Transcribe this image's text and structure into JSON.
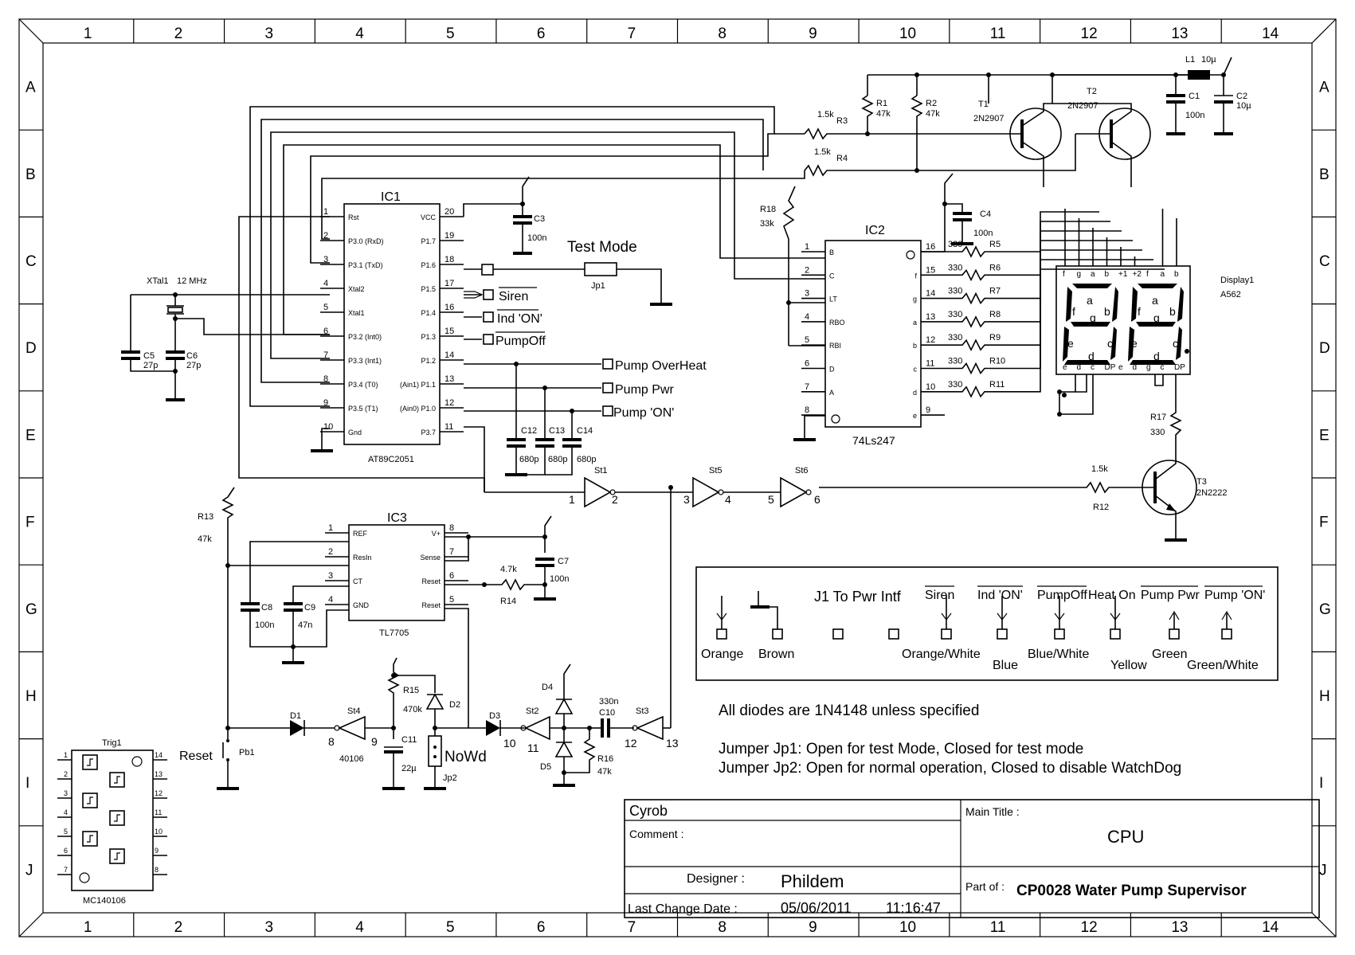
{
  "border": {
    "columns": [
      "1",
      "2",
      "3",
      "4",
      "5",
      "6",
      "7",
      "8",
      "9",
      "10",
      "11",
      "12",
      "13",
      "14"
    ],
    "rows": [
      "A",
      "B",
      "C",
      "D",
      "E",
      "F",
      "G",
      "H",
      "I",
      "J"
    ]
  },
  "ic1": {
    "ref": "IC1",
    "part": "AT89C2051",
    "left_pins": [
      {
        "num": "1",
        "name": "Rst"
      },
      {
        "num": "2",
        "name": "P3.0 (RxD)"
      },
      {
        "num": "3",
        "name": "P3.1 (TxD)"
      },
      {
        "num": "4",
        "name": "Xtal2"
      },
      {
        "num": "5",
        "name": "Xtal1"
      },
      {
        "num": "6",
        "name": "P3.2 (Int0)"
      },
      {
        "num": "7",
        "name": "P3.3 (Int1)"
      },
      {
        "num": "8",
        "name": "P3.4 (T0)"
      },
      {
        "num": "9",
        "name": "P3.5 (T1)"
      },
      {
        "num": "10",
        "name": "Gnd"
      }
    ],
    "right_pins": [
      {
        "num": "20",
        "name": "VCC"
      },
      {
        "num": "19",
        "name": "P1.7"
      },
      {
        "num": "18",
        "name": "P1.6"
      },
      {
        "num": "17",
        "name": "P1.5"
      },
      {
        "num": "16",
        "name": "P1.4"
      },
      {
        "num": "15",
        "name": "P1.3"
      },
      {
        "num": "14",
        "name": "P1.2"
      },
      {
        "num": "13",
        "name": "(Ain1) P1.1"
      },
      {
        "num": "12",
        "name": "(Ain0) P1.0"
      },
      {
        "num": "11",
        "name": "P3.7"
      }
    ]
  },
  "ic2": {
    "ref": "IC2",
    "part": "74Ls247",
    "left_pins": [
      {
        "num": "1",
        "name": "B"
      },
      {
        "num": "2",
        "name": "C"
      },
      {
        "num": "3",
        "name": "LT"
      },
      {
        "num": "4",
        "name": "RBO"
      },
      {
        "num": "5",
        "name": "RBI"
      },
      {
        "num": "6",
        "name": "D"
      },
      {
        "num": "7",
        "name": "A"
      },
      {
        "num": "8",
        "name": ""
      }
    ],
    "right_pins": [
      {
        "num": "16",
        "name": ""
      },
      {
        "num": "15",
        "name": "f"
      },
      {
        "num": "14",
        "name": "g"
      },
      {
        "num": "13",
        "name": "a"
      },
      {
        "num": "12",
        "name": "b"
      },
      {
        "num": "11",
        "name": "c"
      },
      {
        "num": "10",
        "name": "d"
      },
      {
        "num": "9",
        "name": "e"
      }
    ]
  },
  "ic3": {
    "ref": "IC3",
    "part": "TL7705",
    "left_pins": [
      {
        "num": "1",
        "name": "REF"
      },
      {
        "num": "2",
        "name": "ResIn"
      },
      {
        "num": "3",
        "name": "CT"
      },
      {
        "num": "4",
        "name": "GND"
      }
    ],
    "right_pins": [
      {
        "num": "8",
        "name": "V+"
      },
      {
        "num": "7",
        "name": "Sense"
      },
      {
        "num": "6",
        "name": "Reset"
      },
      {
        "num": "5",
        "name": "Reset"
      }
    ]
  },
  "components": {
    "r1": {
      "ref": "R1",
      "value": "47k"
    },
    "r2": {
      "ref": "R2",
      "value": "47k"
    },
    "r3": {
      "ref": "R3",
      "value": "1.5k"
    },
    "r4": {
      "ref": "R4",
      "value": "1.5k"
    },
    "r5": {
      "ref": "R5",
      "value": "330"
    },
    "r6": {
      "ref": "R6",
      "value": "330"
    },
    "r7": {
      "ref": "R7",
      "value": "330"
    },
    "r8": {
      "ref": "R8",
      "value": "330"
    },
    "r9": {
      "ref": "R9",
      "value": "330"
    },
    "r10": {
      "ref": "R10",
      "value": "330"
    },
    "r11": {
      "ref": "R11",
      "value": "330"
    },
    "r12": {
      "ref": "R12",
      "value": "1.5k"
    },
    "r13": {
      "ref": "R13",
      "value": "47k"
    },
    "r14": {
      "ref": "R14",
      "value": "4.7k"
    },
    "r15": {
      "ref": "R15",
      "value": "470k"
    },
    "r16": {
      "ref": "R16",
      "value": "47k"
    },
    "r17": {
      "ref": "R17",
      "value": "330"
    },
    "r18": {
      "ref": "R18",
      "value": "33k"
    },
    "c1": {
      "ref": "C1",
      "value": "100n"
    },
    "c2": {
      "ref": "C2",
      "value": "10µ"
    },
    "c3": {
      "ref": "C3",
      "value": "100n"
    },
    "c4": {
      "ref": "C4",
      "value": "100n"
    },
    "c5": {
      "ref": "C5",
      "value": "27p"
    },
    "c6": {
      "ref": "C6",
      "value": "27p"
    },
    "c7": {
      "ref": "C7",
      "value": "100n"
    },
    "c8": {
      "ref": "C8",
      "value": "100n"
    },
    "c9": {
      "ref": "C9",
      "value": "47n"
    },
    "c10": {
      "ref": "C10",
      "value": "330n"
    },
    "c11": {
      "ref": "C11",
      "value": "22µ"
    },
    "c12": {
      "ref": "C12",
      "value": "680p"
    },
    "c13": {
      "ref": "C13",
      "value": "680p"
    },
    "c14": {
      "ref": "C14",
      "value": "680p"
    },
    "l1": {
      "ref": "L1",
      "value": "10µ"
    },
    "t1": {
      "ref": "T1",
      "value": "2N2907"
    },
    "t2": {
      "ref": "T2",
      "value": "2N2907"
    },
    "t3": {
      "ref": "T3",
      "value": "2N2222"
    },
    "xtal": {
      "ref": "XTal1",
      "value": "12 MHz"
    },
    "display": {
      "ref": "Display1",
      "value": "A562"
    },
    "d1": "D1",
    "d2": "D2",
    "d3": "D3",
    "d4": "D4",
    "d5": "D5",
    "jp1": "Jp1",
    "jp2": "Jp2",
    "jp2_label": "NoWd",
    "pb1": "Pb1",
    "reset_label": "Reset",
    "trig1": {
      "ref": "Trig1",
      "part": "MC140106",
      "left_pins": [
        "1",
        "2",
        "3",
        "4",
        "5",
        "6",
        "7"
      ],
      "right_pins": [
        "14",
        "13",
        "12",
        "11",
        "10",
        "9",
        "8"
      ]
    },
    "gates": {
      "st1": "St1",
      "st2": "St2",
      "st3": "St3",
      "st4": "St4",
      "st5": "St5",
      "st6": "St6",
      "st4_part": "40106",
      "pins": {
        "st1_in": "1",
        "st1_out": "2",
        "st5_in": "3",
        "st5_out": "4",
        "st6_in": "5",
        "st6_out": "6",
        "st4_in": "8",
        "st4_out": "9",
        "st2_in": "10",
        "st2_out": "11",
        "st3_in": "12",
        "st3_out": "13"
      }
    }
  },
  "display_pins": {
    "top": [
      "f",
      "g",
      "a",
      "b",
      "+1",
      "+2",
      "f",
      "a",
      "b"
    ],
    "bottom": [
      "e",
      "d",
      "c",
      "DP",
      "e",
      "d",
      "g",
      "c",
      "DP"
    ],
    "digit1": [
      "a",
      "f",
      "b",
      "g",
      "e",
      "c",
      "d"
    ],
    "digit2": [
      "a",
      "f",
      "b",
      "g",
      "e",
      "c",
      "d"
    ]
  },
  "signals": {
    "test_mode": "Test Mode",
    "siren": "Siren",
    "ind_on": "Ind 'ON'",
    "pump_off": "PumpOff",
    "pump_overheat": "Pump OverHeat",
    "pump_pwr": "Pump Pwr",
    "pump_on": "Pump 'ON'"
  },
  "connector": {
    "title": "J1 To Pwr Intf",
    "headers": [
      "Siren",
      "Ind 'ON'",
      "PumpOff",
      "Heat On",
      "Pump Pwr",
      "Pump 'ON'"
    ],
    "wires": [
      "Orange",
      "Brown",
      "Orange/White",
      "Blue",
      "Blue/White",
      "Yellow",
      "Green",
      "Green/White"
    ]
  },
  "notes": [
    "All diodes are 1N4148 unless specified",
    "Jumper Jp1: Open for test Mode, Closed for test mode",
    "Jumper Jp2: Open for normal operation, Closed to disable WatchDog"
  ],
  "title_block": {
    "company": "Cyrob",
    "comment_label": "Comment :",
    "main_title_label": "Main Title :",
    "main_title": "CPU",
    "designer_label": "Designer :",
    "designer": "Phildem",
    "part_of_label": "Part of :",
    "part_of": "CP0028 Water Pump Supervisor",
    "last_change_label": "Last Change Date :",
    "date": "05/06/2011",
    "time": "11:16:47"
  }
}
